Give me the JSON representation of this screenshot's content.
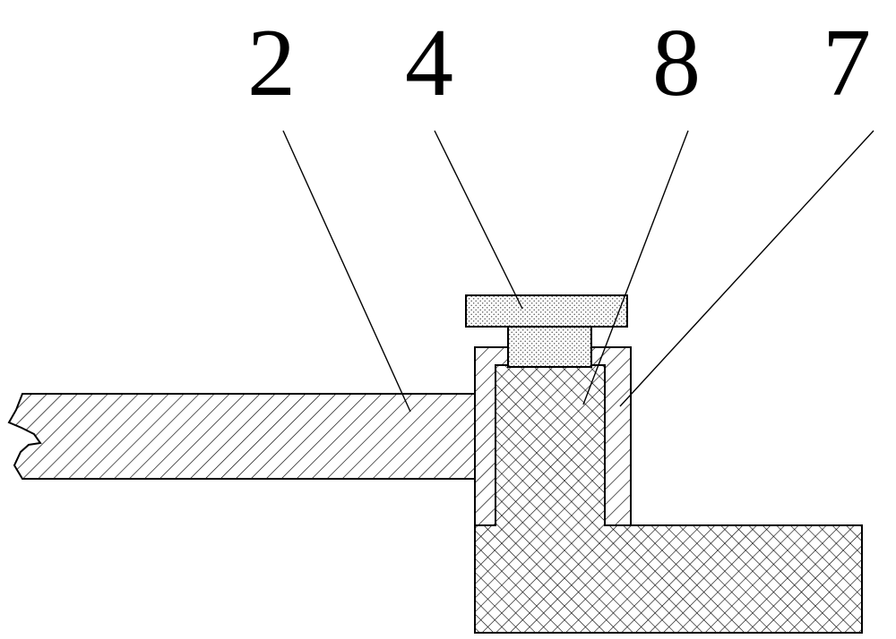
{
  "labels": [
    {
      "id": "2",
      "text": "2",
      "part": "arm"
    },
    {
      "id": "4",
      "text": "4",
      "part": "cap"
    },
    {
      "id": "8",
      "text": "8",
      "part": "inner-block"
    },
    {
      "id": "7",
      "text": "7",
      "part": "sleeve"
    }
  ],
  "colors": {
    "stroke": "#000000",
    "background": "#ffffff",
    "hatch": "#000000",
    "stipple": "#555555"
  }
}
